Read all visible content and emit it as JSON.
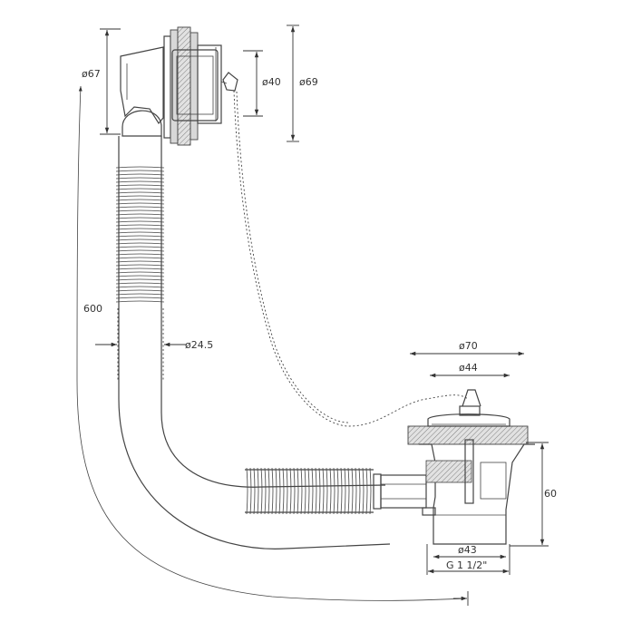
{
  "dimensions": {
    "d67": "ø67",
    "d40": "ø40",
    "d69": "ø69",
    "length600": "600",
    "d24_5": "ø24.5",
    "d70": "ø70",
    "d44": "ø44",
    "h60": "60",
    "d43": "ø43",
    "thread": "G 1 1/2\""
  },
  "colors": {
    "line": "#444444",
    "seal_fill": "#d8d8d8",
    "background": "#ffffff"
  }
}
